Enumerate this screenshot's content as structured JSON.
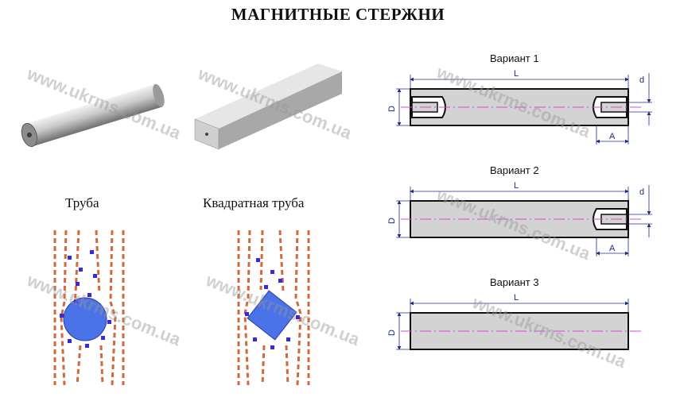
{
  "title": "МАГНИТНЫЕ СТЕРЖНИ",
  "labels": {
    "pipe": "Труба",
    "square_pipe": "Квадратная труба"
  },
  "variants": [
    {
      "label": "Вариант 1"
    },
    {
      "label": "Вариант 2"
    },
    {
      "label": "Вариант 3"
    }
  ],
  "dimensions": {
    "length": "L",
    "diameter": "D",
    "hole": "d",
    "depth": "A"
  },
  "watermark": "www.ukrms.com.ua",
  "colors": {
    "rod_fill": "#d3d3d3",
    "dimension_line": "#1e2a8a",
    "axis_line": "#d24bd2",
    "magnet_blue": "#4a73e8",
    "particles": "#d2693c"
  }
}
